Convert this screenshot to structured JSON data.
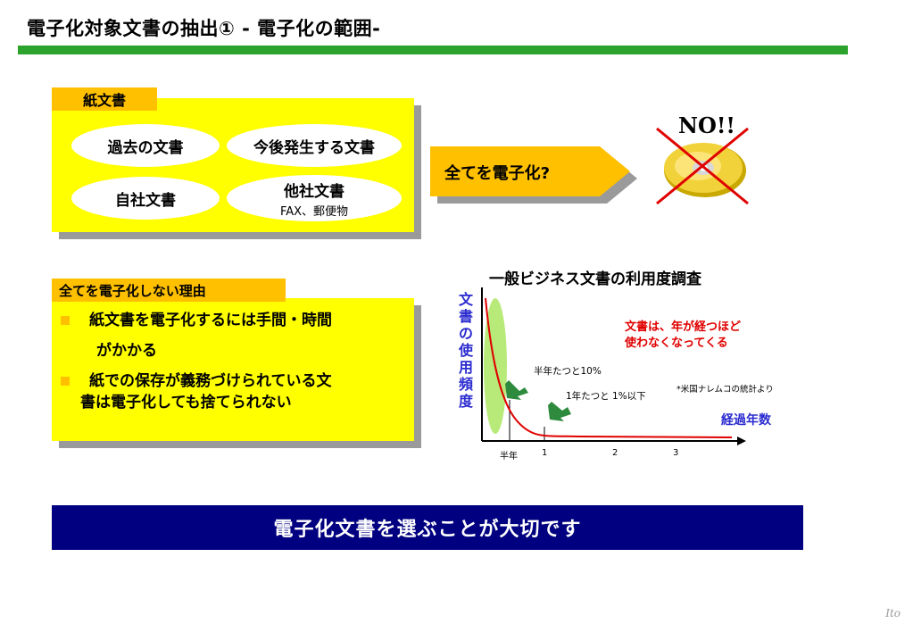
{
  "title": "電子化対象文書の抽出① - 電子化の範囲-",
  "paper": {
    "label": "紙文書",
    "items": [
      {
        "label": "過去の文書"
      },
      {
        "label": "今後発生する文書"
      },
      {
        "label": "自社文書"
      },
      {
        "label": "他社文書",
        "sub": "FAX、郵便物"
      }
    ]
  },
  "arrow_label": "全てを電子化?",
  "no_label": "NO!!",
  "reasons": {
    "label": "全てを電子化しない理由",
    "items": [
      {
        "line1": "紙文書を電子化するには手間・時間",
        "line2": "がかかる"
      },
      {
        "line1": "紙での保存が義務づけられている文",
        "line2": "書は電子化しても捨てられない"
      }
    ]
  },
  "chart": {
    "title": "一般ビジネス文書の利用度調査",
    "ylabel_chars": [
      "文",
      "書",
      "の",
      "使",
      "用",
      "頻",
      "度"
    ],
    "xlabel": "経過年数",
    "note_line1": "文書は、年が経つほど",
    "note_line2": "使わなくなってくる",
    "ann_half": "半年たつと10%",
    "ann_year": "1年たつと 1%以下",
    "source": "*米国ナレムコの統計より"
  },
  "chart_data": {
    "type": "line",
    "title": "一般ビジネス文書の利用度調査",
    "xlabel": "経過年数",
    "ylabel": "文書の使用頻度",
    "x_tick_labels": [
      "半年",
      "1",
      "2",
      "3"
    ],
    "annotations": [
      "半年たつと10%",
      "1年たつと 1%以下",
      "*米国ナレムコの統計より"
    ],
    "series_color": "#e00000",
    "highlight_color": "#b8ea7a"
  },
  "banner": "電子化文書を選ぶことが大切です",
  "signature": "Ito",
  "colors": {
    "green_bar": "#2ca32c",
    "yellow": "#ffff00",
    "orange_label": "#ffc000",
    "navy": "#000080",
    "blue_text": "#2b2bd0",
    "red_text": "#e00000"
  },
  "icons": {
    "disc": "cd-disc-icon",
    "cross": "red-x-icon",
    "arrow": "green-arrow-icon"
  }
}
